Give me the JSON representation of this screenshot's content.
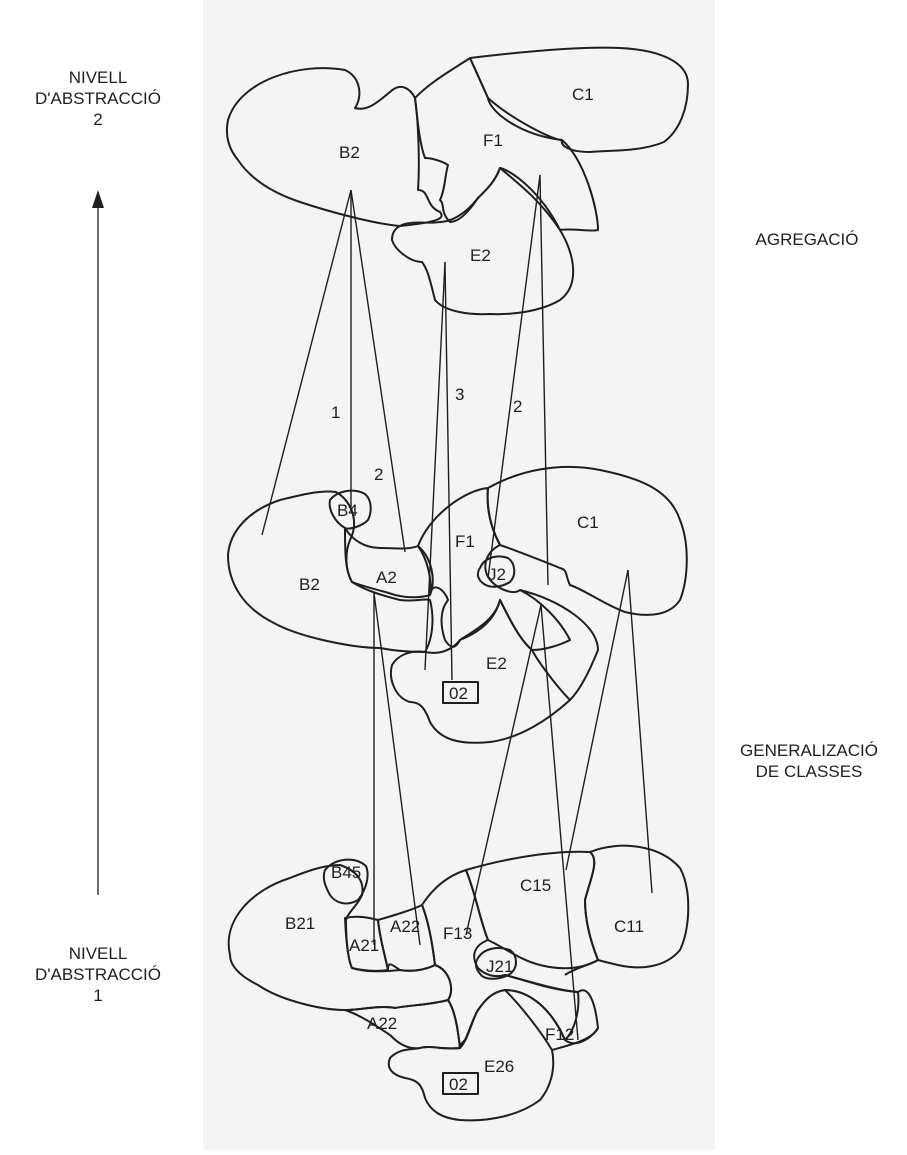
{
  "labels": {
    "top_level": [
      "NIVELL",
      "D'ABSTRACCIÓ",
      "2"
    ],
    "bottom_level": [
      "NIVELL",
      "D'ABSTRACCIÓ",
      "1"
    ],
    "aggregation": "AGREGACIÓ",
    "generalization": [
      "GENERALIZACIÓ",
      "DE CLASSES"
    ]
  },
  "regions": {
    "top": {
      "B2": "B2",
      "C1": "C1",
      "F1": "F1",
      "E2": "E2"
    },
    "middle": {
      "B4": "B4",
      "B2": "B2",
      "A2": "A2",
      "F1": "F1",
      "C1": "C1",
      "J2": "J2",
      "E2": "E2",
      "O2": "02"
    },
    "bottom": {
      "B45": "B45",
      "B21": "B21",
      "A21": "A21",
      "A22a": "A22",
      "A22b": "A22",
      "F13": "F13",
      "C15": "C15",
      "C11": "C11",
      "J21": "J21",
      "F12": "F12",
      "E26": "E26",
      "O2": "02"
    }
  },
  "link_counts": {
    "one": "1",
    "two_left": "2",
    "three": "3",
    "two_right": "2"
  },
  "colors": {
    "stroke": "#1f1f1f",
    "paper": "#f4f4f4"
  }
}
